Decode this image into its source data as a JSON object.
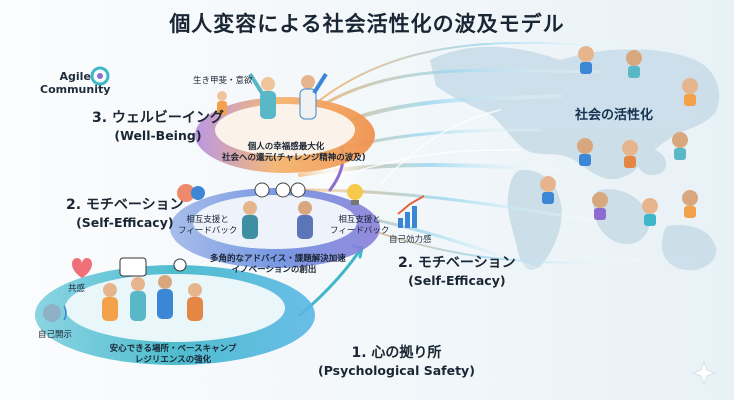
{
  "title": "個人変容による社会活性化の波及モデル",
  "logo": {
    "line1": "Agile",
    "line2": "Community"
  },
  "levels": {
    "l3": {
      "label": "3. ウェルビーイング",
      "sub": "(Well-Being)"
    },
    "l2": {
      "label": "2. モチベーション",
      "sub": "(Self-Efficacy)"
    },
    "l2b": {
      "label": "2. モチベーション",
      "sub": "(Self-Efficacy)"
    },
    "l1": {
      "label": "1. 心の拠り所",
      "sub": "(Psychological Safety)"
    }
  },
  "labels": {
    "ikigai": "生き甲斐・意欲",
    "happiness1": "個人の幸福感最大化",
    "happiness2": "社会への還元(チャレンジ精神の波及)",
    "mutual_l1": "相互支援と",
    "mutual_l2": "フィードバック",
    "mutual_r1": "相互支援と",
    "mutual_r2": "フィードバック",
    "efficacy": "自己効力感",
    "advice1": "多角的なアドバイス・課題解決加速",
    "advice2": "イノベーションの創出",
    "empathy": "共感",
    "disclosure": "自己開示",
    "safe1": "安心できる場所・ベースキャンプ",
    "safe2": "レジリエンスの強化",
    "social": "社会の活性化"
  },
  "colors": {
    "teal": "#3fb7c9",
    "blue": "#3c86d6",
    "purple": "#8d6bd3",
    "orange": "#f2a24a",
    "map": "#c8dde8"
  }
}
